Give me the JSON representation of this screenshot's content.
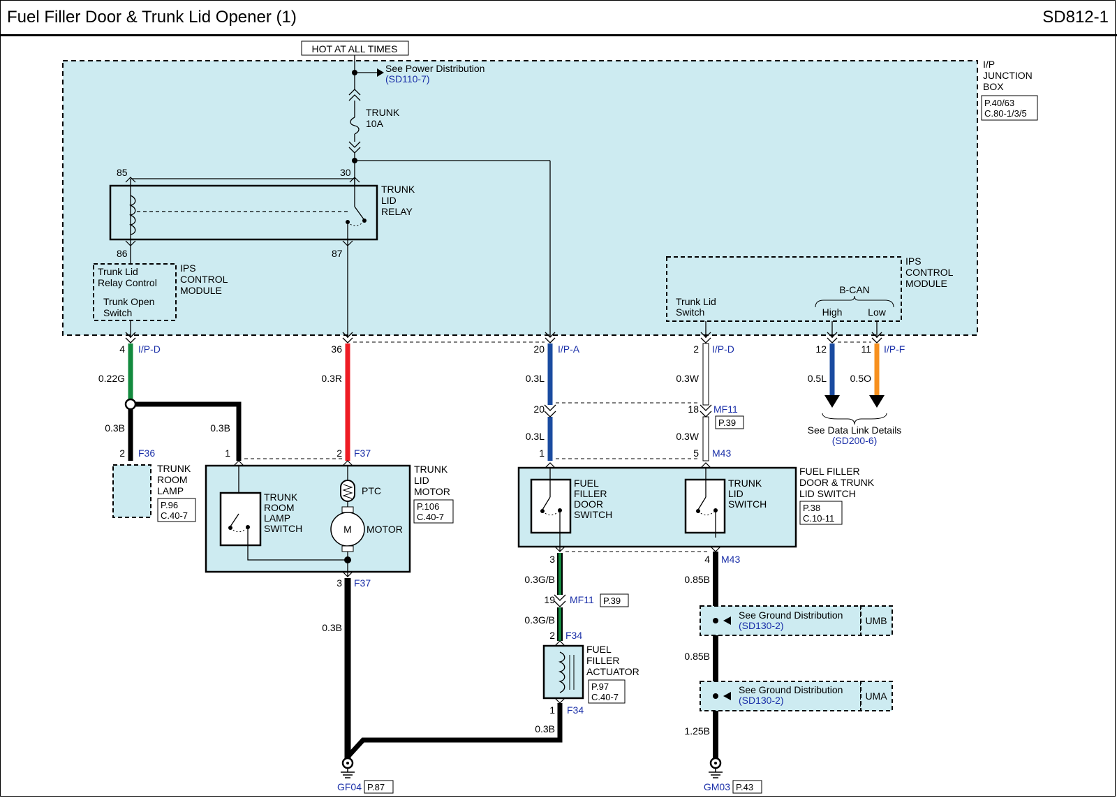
{
  "header": {
    "title": "Fuel Filler Door & Trunk Lid Opener (1)",
    "code": "SD812-1"
  },
  "power": {
    "hot_label": "HOT AT ALL TIMES",
    "see_power": "See Power Distribution",
    "see_power_ref": "(SD110-7)"
  },
  "fuse": {
    "name": "TRUNK",
    "rating": "10A"
  },
  "junction_box": {
    "name_lines": [
      "I/P",
      "JUNCTION",
      "BOX"
    ],
    "ref_lines": [
      "P.40/63",
      "C.80-1/3/5"
    ]
  },
  "relay": {
    "name_lines": [
      "TRUNK",
      "LID",
      "RELAY"
    ],
    "pins": {
      "p85": "85",
      "p30": "30",
      "p86": "86",
      "p87": "87"
    }
  },
  "ips_left": {
    "name_lines": [
      "IPS",
      "CONTROL",
      "MODULE"
    ],
    "inner_lines": [
      "Trunk Lid",
      "Relay Control",
      "Trunk Open",
      "Switch"
    ]
  },
  "ips_right": {
    "name_lines": [
      "IPS",
      "CONTROL",
      "MODULE"
    ],
    "switch_lines": [
      "Trunk Lid",
      "Switch"
    ],
    "bcan": "B-CAN",
    "high": "High",
    "low": "Low"
  },
  "connectors": {
    "c4": {
      "pin": "4",
      "id": "I/P-D",
      "wire": "0.22G"
    },
    "c36": {
      "pin": "36",
      "wire": "0.3R"
    },
    "c20": {
      "pin": "20",
      "id": "I/P-A",
      "wire": "0.3L"
    },
    "c2": {
      "pin": "2",
      "id": "I/P-D",
      "wire": "0.3W"
    },
    "c12": {
      "pin": "12",
      "wire": "0.5L"
    },
    "c11": {
      "pin": "11",
      "id": "I/P-F",
      "wire": "0.5O"
    },
    "mf11_20": {
      "pin": "20",
      "wire": "0.3L"
    },
    "mf11_18": {
      "pin": "18",
      "id": "MF11",
      "ref": "P.39",
      "wire": "0.3W"
    },
    "f36": {
      "pin": "2",
      "id": "F36",
      "wire": "0.3B"
    },
    "f37_1": {
      "pin": "1",
      "wire": "0.3B"
    },
    "f37_2": {
      "pin": "2",
      "id": "F37"
    },
    "f37_3": {
      "pin": "3",
      "id": "F37",
      "wire": "0.3B"
    },
    "m43_1": {
      "pin": "1"
    },
    "m43_5": {
      "pin": "5",
      "id": "M43"
    },
    "m43_3": {
      "pin": "3",
      "wire": "0.3G/B"
    },
    "m43_4": {
      "pin": "4",
      "id": "M43",
      "wire": "0.85B"
    },
    "mf11_19": {
      "pin": "19",
      "id": "MF11",
      "ref": "P.39",
      "wire": "0.3G/B"
    },
    "f34_2": {
      "pin": "2",
      "id": "F34"
    },
    "f34_1": {
      "pin": "1",
      "id": "F34",
      "wire": "0.3B"
    }
  },
  "data_link": {
    "label": "See Data Link Details",
    "ref": "(SD200-6)"
  },
  "trunk_room_lamp": {
    "name_lines": [
      "TRUNK",
      "ROOM",
      "LAMP"
    ],
    "ref_lines": [
      "P.96",
      "C.40-7"
    ]
  },
  "trunk_lid_motor": {
    "name_lines": [
      "TRUNK",
      "LID",
      "MOTOR"
    ],
    "ref_lines": [
      "P.106",
      "C.40-7"
    ],
    "switch_lines": [
      "TRUNK",
      "ROOM",
      "LAMP",
      "SWITCH"
    ],
    "ptc": "PTC",
    "motor_symbol": "M",
    "motor": "MOTOR"
  },
  "fuel_switch_assembly": {
    "name_lines": [
      "FUEL FILLER",
      "DOOR & TRUNK",
      "LID SWITCH"
    ],
    "ref_lines": [
      "P.38",
      "C.10-11"
    ],
    "fuel_lines": [
      "FUEL",
      "FILLER",
      "DOOR",
      "SWITCH"
    ],
    "trunk_lines": [
      "TRUNK",
      "LID",
      "SWITCH"
    ]
  },
  "actuator": {
    "name_lines": [
      "FUEL",
      "FILLER",
      "ACTUATOR"
    ],
    "ref_lines": [
      "P.97",
      "C.40-7"
    ]
  },
  "ground_dist": [
    {
      "label": "See Ground Distribution",
      "ref": "(SD130-2)",
      "tag": "UMB",
      "wire_below": "0.85B"
    },
    {
      "label": "See Ground Distribution",
      "ref": "(SD130-2)",
      "tag": "UMA",
      "wire_below": "1.25B"
    }
  ],
  "grounds": {
    "gf04": {
      "id": "GF04",
      "ref": "P.87"
    },
    "gm03": {
      "id": "GM03",
      "ref": "P.43"
    }
  },
  "colors": {
    "panel_fill": "#cdebf1",
    "green_wire": "#138a3e",
    "red_wire": "#ee1c24",
    "blue_wire": "#1a4ba0",
    "orange_wire": "#f7901e",
    "black_wire": "#000000",
    "link_text": "#1a2fa8"
  }
}
